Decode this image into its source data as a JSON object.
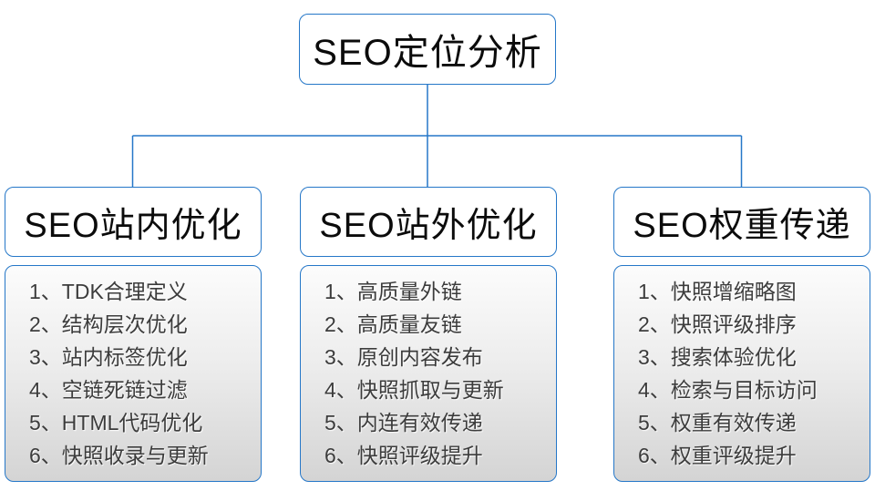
{
  "colors": {
    "accent": "#2577c8",
    "item_text": "#3c3c3c",
    "list_gradient_top": "#fcfcfc",
    "list_gradient_bottom": "#d4d4d4"
  },
  "root": {
    "label": "SEO定位分析"
  },
  "columns": [
    {
      "id": "onsite",
      "title": "SEO站内优化",
      "items": [
        "1、TDK合理定义",
        "2、结构层次优化",
        "3、站内标签优化",
        "4、空链死链过滤",
        "5、HTML代码优化",
        "6、快照收录与更新"
      ]
    },
    {
      "id": "offsite",
      "title": "SEO站外优化",
      "items": [
        "1、高质量外链",
        "2、高质量友链",
        "3、原创内容发布",
        "4、快照抓取与更新",
        "5、内连有效传递",
        "6、快照评级提升"
      ]
    },
    {
      "id": "weight",
      "title": "SEO权重传递",
      "items": [
        "1、快照增缩略图",
        "2、快照评级排序",
        "3、搜索体验优化",
        "4、检索与目标访问",
        "5、权重有效传递",
        "6、权重评级提升"
      ]
    }
  ]
}
